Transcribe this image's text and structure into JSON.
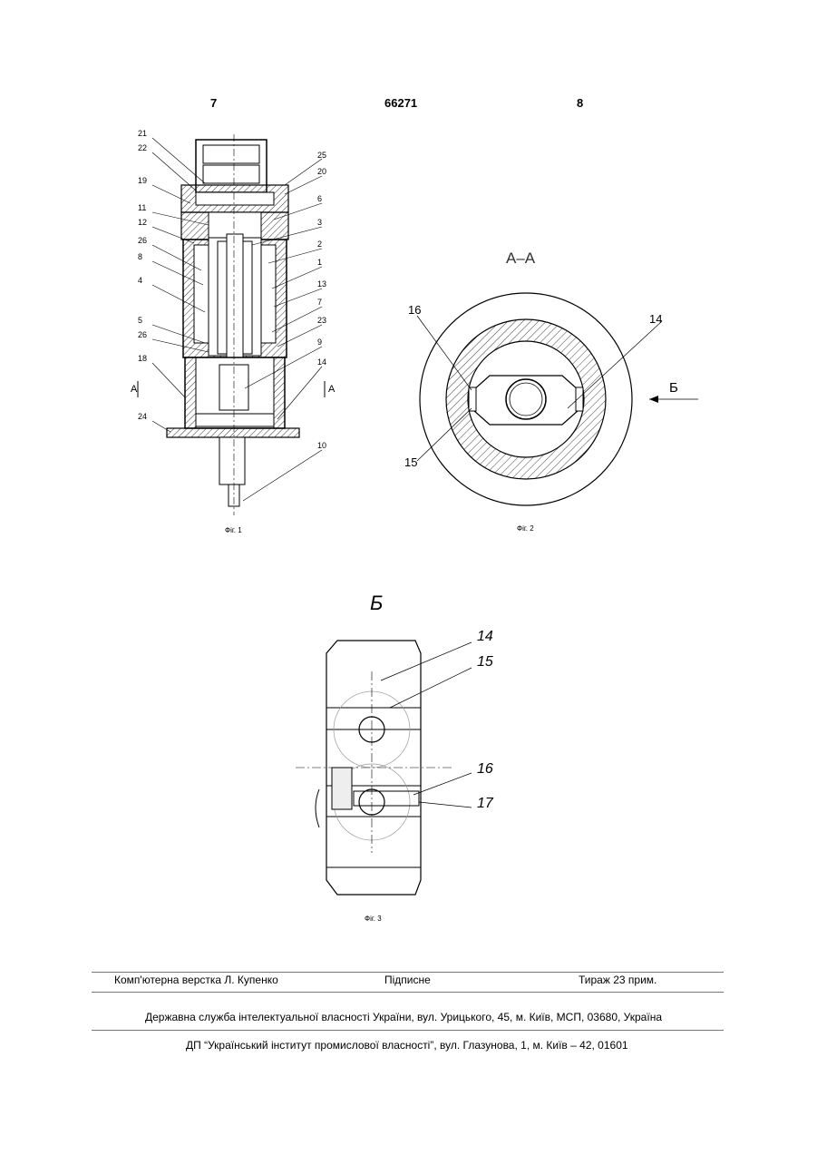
{
  "header": {
    "page_left": "7",
    "doc_number": "66271",
    "page_right": "8"
  },
  "fig1": {
    "caption": "Фіг. 1",
    "labels": [
      "21",
      "22",
      "25",
      "20",
      "19",
      "11",
      "6",
      "12",
      "3",
      "26",
      "2",
      "8",
      "1",
      "13",
      "4",
      "7",
      "5",
      "23",
      "26",
      "9",
      "18",
      "14",
      "24",
      "10"
    ],
    "section_marks": [
      "А",
      "А"
    ]
  },
  "fig2": {
    "caption": "Фіг. 2",
    "title": "А–А",
    "labels": [
      "16",
      "14",
      "15"
    ],
    "arrow_label": "Б"
  },
  "fig3": {
    "caption": "Фіг. 3",
    "title": "Б",
    "labels": [
      "14",
      "15",
      "16",
      "17"
    ]
  },
  "footer": {
    "typesetting": "Комп'ютерна верстка Л. Купенко",
    "signed": "Підписне",
    "circulation": "Тираж 23 прим.",
    "agency": "Державна служба інтелектуальної власності України, вул. Урицького, 45, м. Київ, МСП, 03680, Україна",
    "institute": "ДП “Український інститут промислової власності”, вул. Глазунова, 1, м. Київ – 42, 01601"
  }
}
